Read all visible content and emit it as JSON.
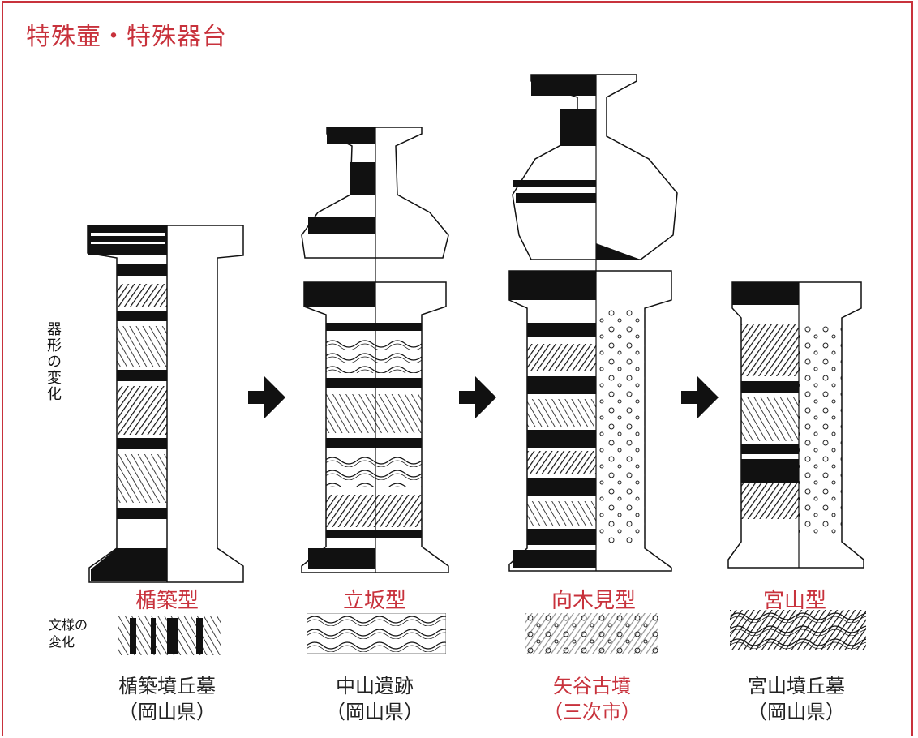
{
  "title": "特殊壷・特殊器台",
  "side_label": "器形の変化",
  "pattern_label": "文様の変化",
  "types": [
    "楯築型",
    "立坂型",
    "向木見型",
    "宮山型"
  ],
  "sites": [
    {
      "name": "楯築墳丘墓",
      "pref": "（岡山県）",
      "color": "#222222"
    },
    {
      "name": "中山遺跡",
      "pref": "（岡山県）",
      "color": "#222222"
    },
    {
      "name": "矢谷古墳",
      "pref": "（三次市）",
      "color": "#c8323c"
    },
    {
      "name": "宮山墳丘墓",
      "pref": "（岡山県）",
      "color": "#222222"
    }
  ],
  "colors": {
    "accent": "#c8323c",
    "ink": "#111111"
  },
  "icons": [
    "right-arrow-icon",
    "right-arrow-icon",
    "right-arrow-icon"
  ]
}
